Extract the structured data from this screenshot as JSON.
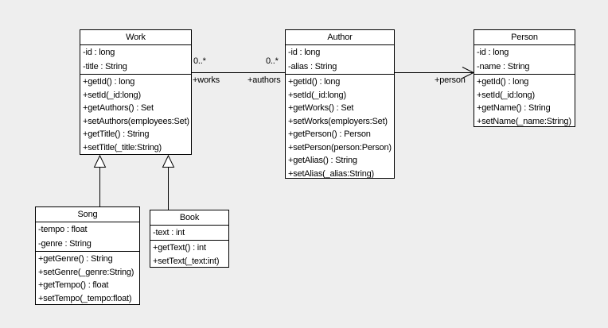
{
  "colors": {
    "background": "#eeeeee",
    "box_fill": "#ffffff",
    "line": "#000000",
    "text": "#000000"
  },
  "classes": [
    {
      "name": "Work",
      "attributes": [
        "-id : long",
        "-title : String"
      ],
      "methods": [
        "+getId() : long",
        "+setId(_id:long)",
        "+getAuthors() : Set",
        "+setAuthors(employees:Set)",
        "+getTitle() : String",
        "+setTitle(_title:String)"
      ]
    },
    {
      "name": "Author",
      "attributes": [
        "-id : long",
        "-alias : String"
      ],
      "methods": [
        "+getId() : long",
        "+setId(_id:long)",
        "+getWorks() : Set",
        "+setWorks(employers:Set)",
        "+getPerson() : Person",
        "+setPerson(person:Person)",
        "+getAlias() : String",
        "+setAlias(_alias:String)"
      ]
    },
    {
      "name": "Person",
      "attributes": [
        "-id : long",
        "-name : String"
      ],
      "methods": [
        "+getId() : long",
        "+setId(_id:long)",
        "+getName() : String",
        "+setName(_name:String)"
      ]
    },
    {
      "name": "Song",
      "attributes": [
        "-tempo : float",
        "-genre : String"
      ],
      "methods": [
        "+getGenre() : String",
        "+setGenre(_genre:String)",
        "+getTempo() : float",
        "+setTempo(_tempo:float)"
      ]
    },
    {
      "name": "Book",
      "attributes": [
        "-text : int"
      ],
      "methods": [
        "+getText() : int",
        "+setText(_text:int)"
      ]
    }
  ],
  "relationships": {
    "work_author": {
      "type": "association",
      "left_multiplicity": "0..*",
      "left_role": "+works",
      "right_multiplicity": "0..*",
      "right_role": "+authors"
    },
    "author_person": {
      "type": "directed-association",
      "target_role": "+person"
    },
    "song_work": {
      "type": "generalization"
    },
    "book_work": {
      "type": "generalization"
    }
  }
}
